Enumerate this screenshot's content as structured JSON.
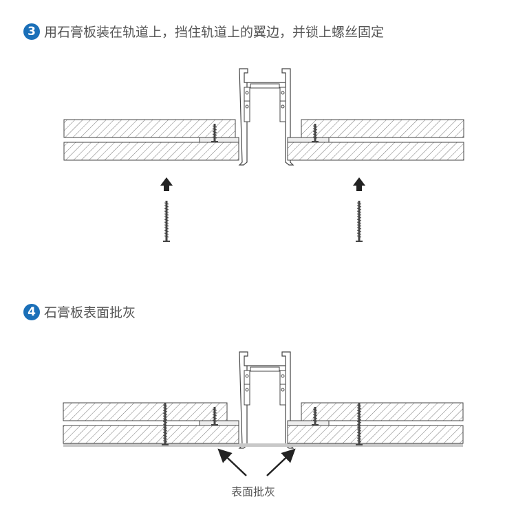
{
  "steps": [
    {
      "number": "3",
      "text": "用石膏板装在轨道上，挡住轨道上的翼边，并锁上螺丝固定"
    },
    {
      "number": "4",
      "text": "石膏板表面批灰"
    }
  ],
  "annotation": "表面批灰",
  "colors": {
    "accent": "#1a6fb8",
    "text": "#555555",
    "line": "#444444",
    "putty": "#c8c8c8"
  }
}
